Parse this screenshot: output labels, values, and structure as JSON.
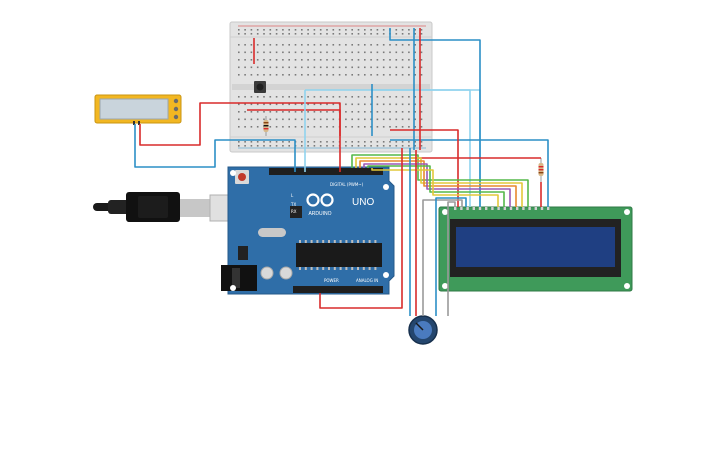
{
  "arduino": {
    "model_text": "UNO",
    "brand_text": "ARDUINO",
    "digital_header_label": "DIGITAL (PWM~)",
    "power_label": "POWER",
    "analog_label": "ANALOG IN",
    "tx_label": "TX",
    "rx_label": "RX",
    "l_label": "L"
  },
  "colors": {
    "arduino_board": "#2f6ea8",
    "breadboard": "#e3e3e3",
    "lcd_board": "#3f9a5a",
    "lcd_screen": "#1f3f82",
    "wire_red": "#d92b2b",
    "wire_blue": "#2c8fc6",
    "wire_light_blue": "#8fd3ee",
    "wire_green": "#55b84a",
    "wire_yellow": "#e2c83a",
    "wire_orange": "#e8892e",
    "wire_purple": "#9b59b6",
    "sensor_yellow": "#f2b722"
  },
  "components": [
    "arduino-uno-board",
    "half-breadboard",
    "lcd-16x2",
    "potentiometer",
    "pushbutton",
    "resistor",
    "temperature-sensor-module",
    "usb-cable"
  ]
}
